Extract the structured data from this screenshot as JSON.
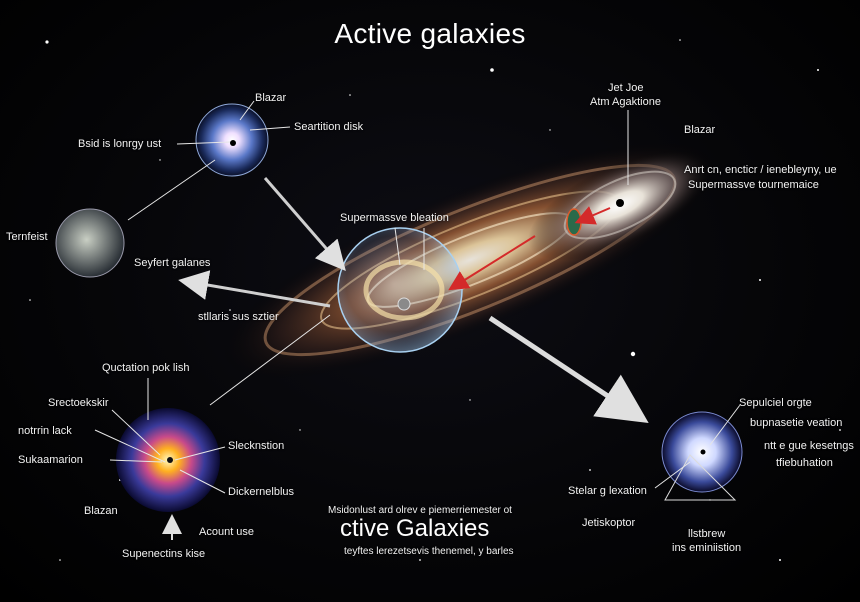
{
  "title": "Active galaxies",
  "labels": {
    "blazar_top": "Blazar",
    "bsid": "Bsid is lonrgy ust",
    "seartition": "Seartition disk",
    "ternfeist": "Ternfeist",
    "seyfert": "Seyfert galanes",
    "stlbaris": "stllaris sus sztier",
    "supermassive_center": "Supermassve bleation",
    "jet_line1": "Jet  Joe",
    "jet_line2": "Atm Agaktione",
    "blazar_right": "Blazar",
    "anrt_line1": "Anrt cn, encticr / ienebleyny, ue",
    "anrt_line2": "Supermassve tournemaice",
    "quotation": "Quctation pok lish",
    "srectoekskir": "Srectoekskir",
    "notrrin": "notrrin lack",
    "sukamion": "Sukaamarion",
    "slecknstion": "Slecknstion",
    "blazar_bl": "Blazan",
    "dickeme": "Dickernelblus",
    "acunt": "Acount use",
    "superictins": "Supenectins kise",
    "stelar": "Stelar g lexation",
    "septicel1": "Sepulciel orgte",
    "septicel2": "bupnasetie veation",
    "septicel3": "ntt e gue kesetngs",
    "septicel4": "tfiebuhation",
    "jetiskoptor": "Jetiskoptor",
    "listbrew1": "llstbrew",
    "listbrew2": "ins eminiistion"
  },
  "bottom": {
    "line1": "Msidonlust ard olrev e piemerriemester ot",
    "big": "ctive Galaxies",
    "line3": "teyftes lerezetsevis thenemel, y barles"
  },
  "colors": {
    "background": "#000000",
    "galaxy_core": "#f5e6c8",
    "arrow_grey": "#cfcfcf",
    "arrow_red": "#d42a2a",
    "label_text": "#f2f2f2"
  }
}
